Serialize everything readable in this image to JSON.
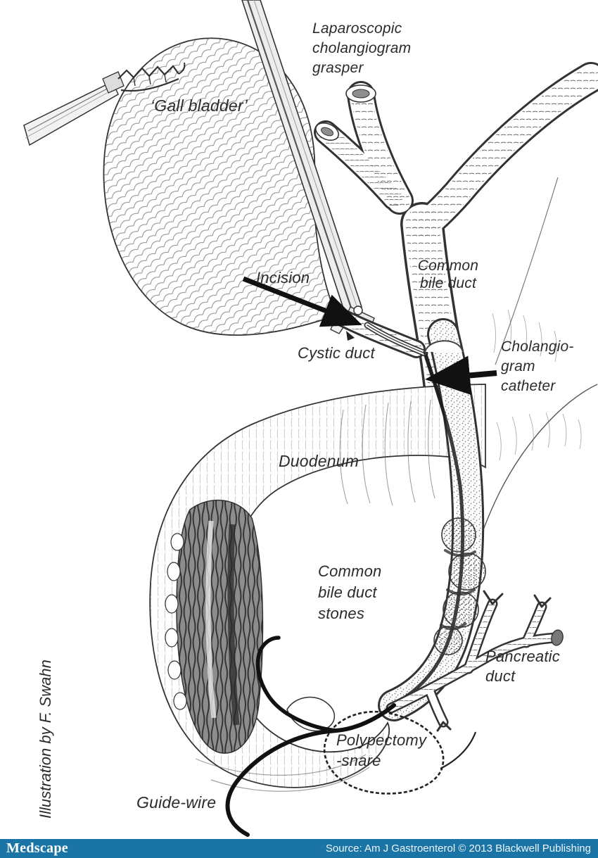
{
  "colors": {
    "paper": "#ffffff",
    "ink": "#2b2b2b",
    "footer_bg": "#1b74a6",
    "footer_text": "#ecf5fa"
  },
  "figure": {
    "labels": {
      "grasper": "Laparoscopic\ncholangiogram\ngrasper",
      "gall_bladder": "‘Gall bladder’",
      "incision": "Incision",
      "common_bile_duct": "Common\nbile duct",
      "cystic_duct": "Cystic duct",
      "cholangiogram_catheter": "Cholangio-\ngram\ncatheter",
      "duodenum": "Duodenum",
      "common_bile_duct_stones": "Common\nbile duct\nstones",
      "pancreatic_duct": "Pancreatic\nduct",
      "polypectomy_snare": "Polypectomy\n-snare",
      "guide_wire": "Guide-wire",
      "credit": "Illustration by F. Swahn"
    }
  },
  "footer": {
    "brand": "Medscape",
    "source": "Source: Am J Gastroenterol © 2013 Blackwell Publishing"
  }
}
